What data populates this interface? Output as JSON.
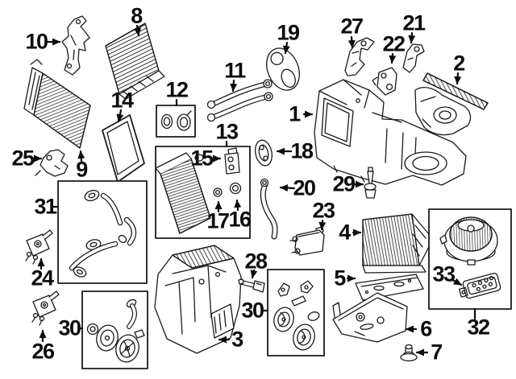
{
  "page": {
    "background_color": "#ffffff",
    "line_color": "#1a1a1a"
  },
  "callouts": [
    {
      "label": "10"
    },
    {
      "label": "8"
    },
    {
      "label": "14"
    },
    {
      "label": "12"
    },
    {
      "label": "11"
    },
    {
      "label": "13"
    },
    {
      "label": "19"
    },
    {
      "label": "27"
    },
    {
      "label": "22"
    },
    {
      "label": "21"
    },
    {
      "label": "2"
    },
    {
      "label": "1"
    },
    {
      "label": "18"
    },
    {
      "label": "20"
    },
    {
      "label": "29"
    },
    {
      "label": "23"
    },
    {
      "label": "4"
    },
    {
      "label": "31"
    },
    {
      "label": "24"
    },
    {
      "label": "26"
    },
    {
      "label": "30"
    },
    {
      "label": "28"
    },
    {
      "label": "30"
    },
    {
      "label": "3"
    },
    {
      "label": "5"
    },
    {
      "label": "6"
    },
    {
      "label": "7"
    },
    {
      "label": "33"
    },
    {
      "label": "32"
    },
    {
      "label": "15"
    },
    {
      "label": "17"
    },
    {
      "label": "16"
    },
    {
      "label": "25"
    },
    {
      "label": "9"
    }
  ]
}
